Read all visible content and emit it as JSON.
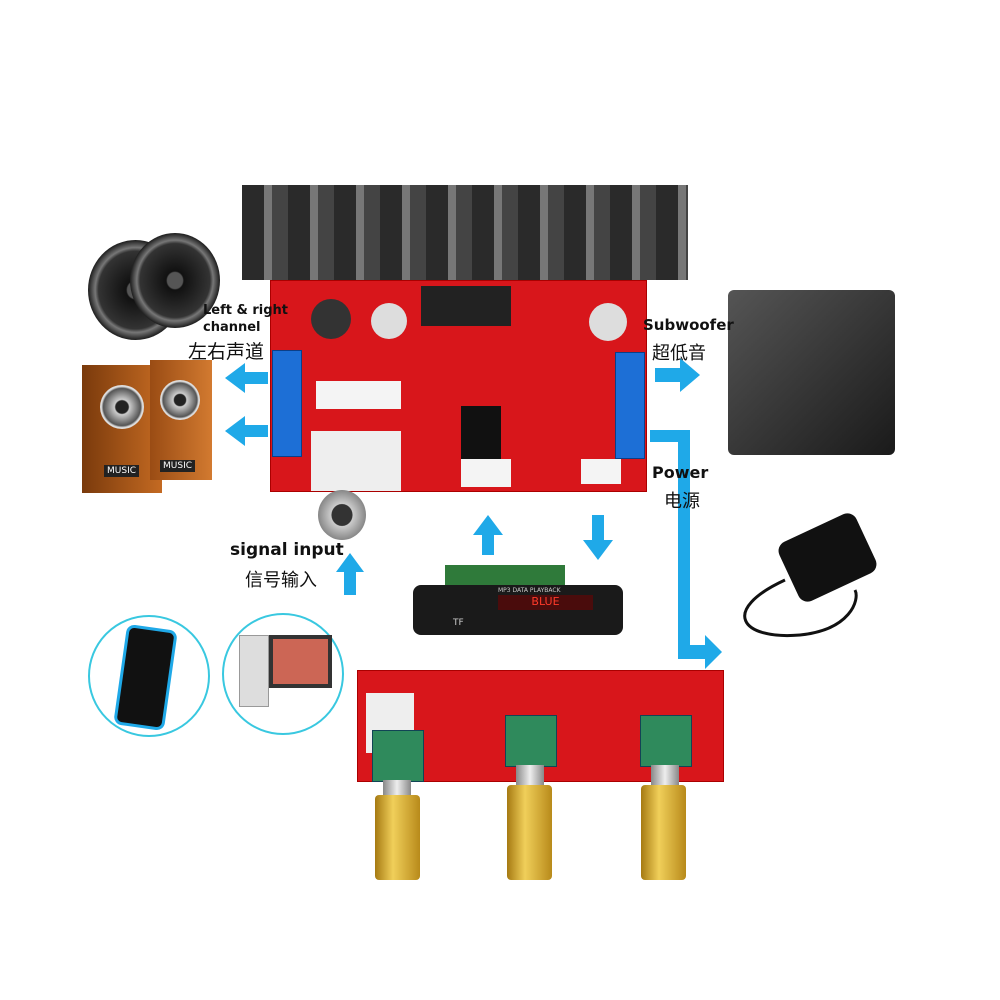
{
  "labels": {
    "left_right_en": "Left & right",
    "left_right_en2": "channel",
    "left_right_cn": "左右声道",
    "subwoofer_en": "Subwoofer",
    "subwoofer_cn": "超低音",
    "power_en": "Power",
    "power_cn": "电源",
    "signal_en": "signal input",
    "signal_cn": "信号输入"
  },
  "mp3_module": {
    "display": "BLUE",
    "title": "MP3 DATA PLAYBACK",
    "card_label": "TF"
  },
  "speaker_cabinets": [
    "MUSIC",
    "MUSIC"
  ],
  "colors": {
    "arrow": "#1fa9e8",
    "board": "#d8161b",
    "circle": "#39c8e0"
  }
}
